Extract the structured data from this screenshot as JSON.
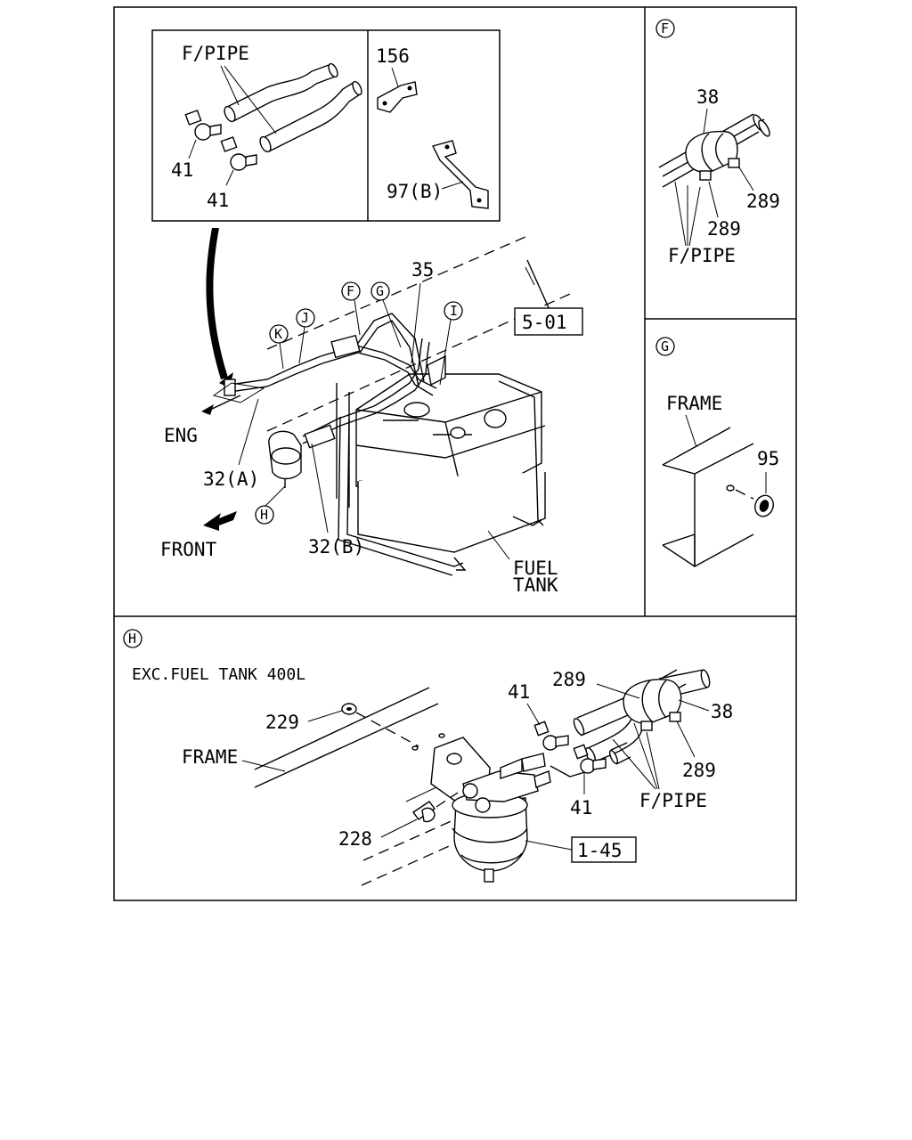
{
  "inset_top_left": {
    "fpipe": "F/PIPE",
    "clip_41_a": "41",
    "clip_41_b": "41",
    "bracket_156": "156",
    "bracket_97b": "97(B)"
  },
  "main_view": {
    "pipe_35": "35",
    "ref_5_01": "5-01",
    "eng": "ENG",
    "front": "FRONT",
    "hose_32a": "32(A)",
    "hose_32b": "32(B)",
    "fuel": "FUEL",
    "tank": "TANK",
    "callout_f": "F",
    "callout_g": "G",
    "callout_h": "H",
    "callout_i": "I",
    "callout_j": "J",
    "callout_k": "K"
  },
  "panel_f": {
    "circle": "F",
    "clamp_38": "38",
    "clip_289_a": "289",
    "clip_289_b": "289",
    "fpipe": "F/PIPE"
  },
  "panel_g": {
    "circle": "G",
    "frame": "FRAME",
    "grommet_95": "95"
  },
  "panel_h": {
    "circle": "H",
    "condition": "EXC.FUEL TANK 400L",
    "nut_229": "229",
    "frame": "FRAME",
    "bolt_228": "228",
    "ref_1_45": "1-45",
    "clip_41_a": "41",
    "clip_41_b": "41",
    "clip_289_a": "289",
    "clip_289_b": "289",
    "clamp_38": "38",
    "fpipe": "F/PIPE"
  }
}
